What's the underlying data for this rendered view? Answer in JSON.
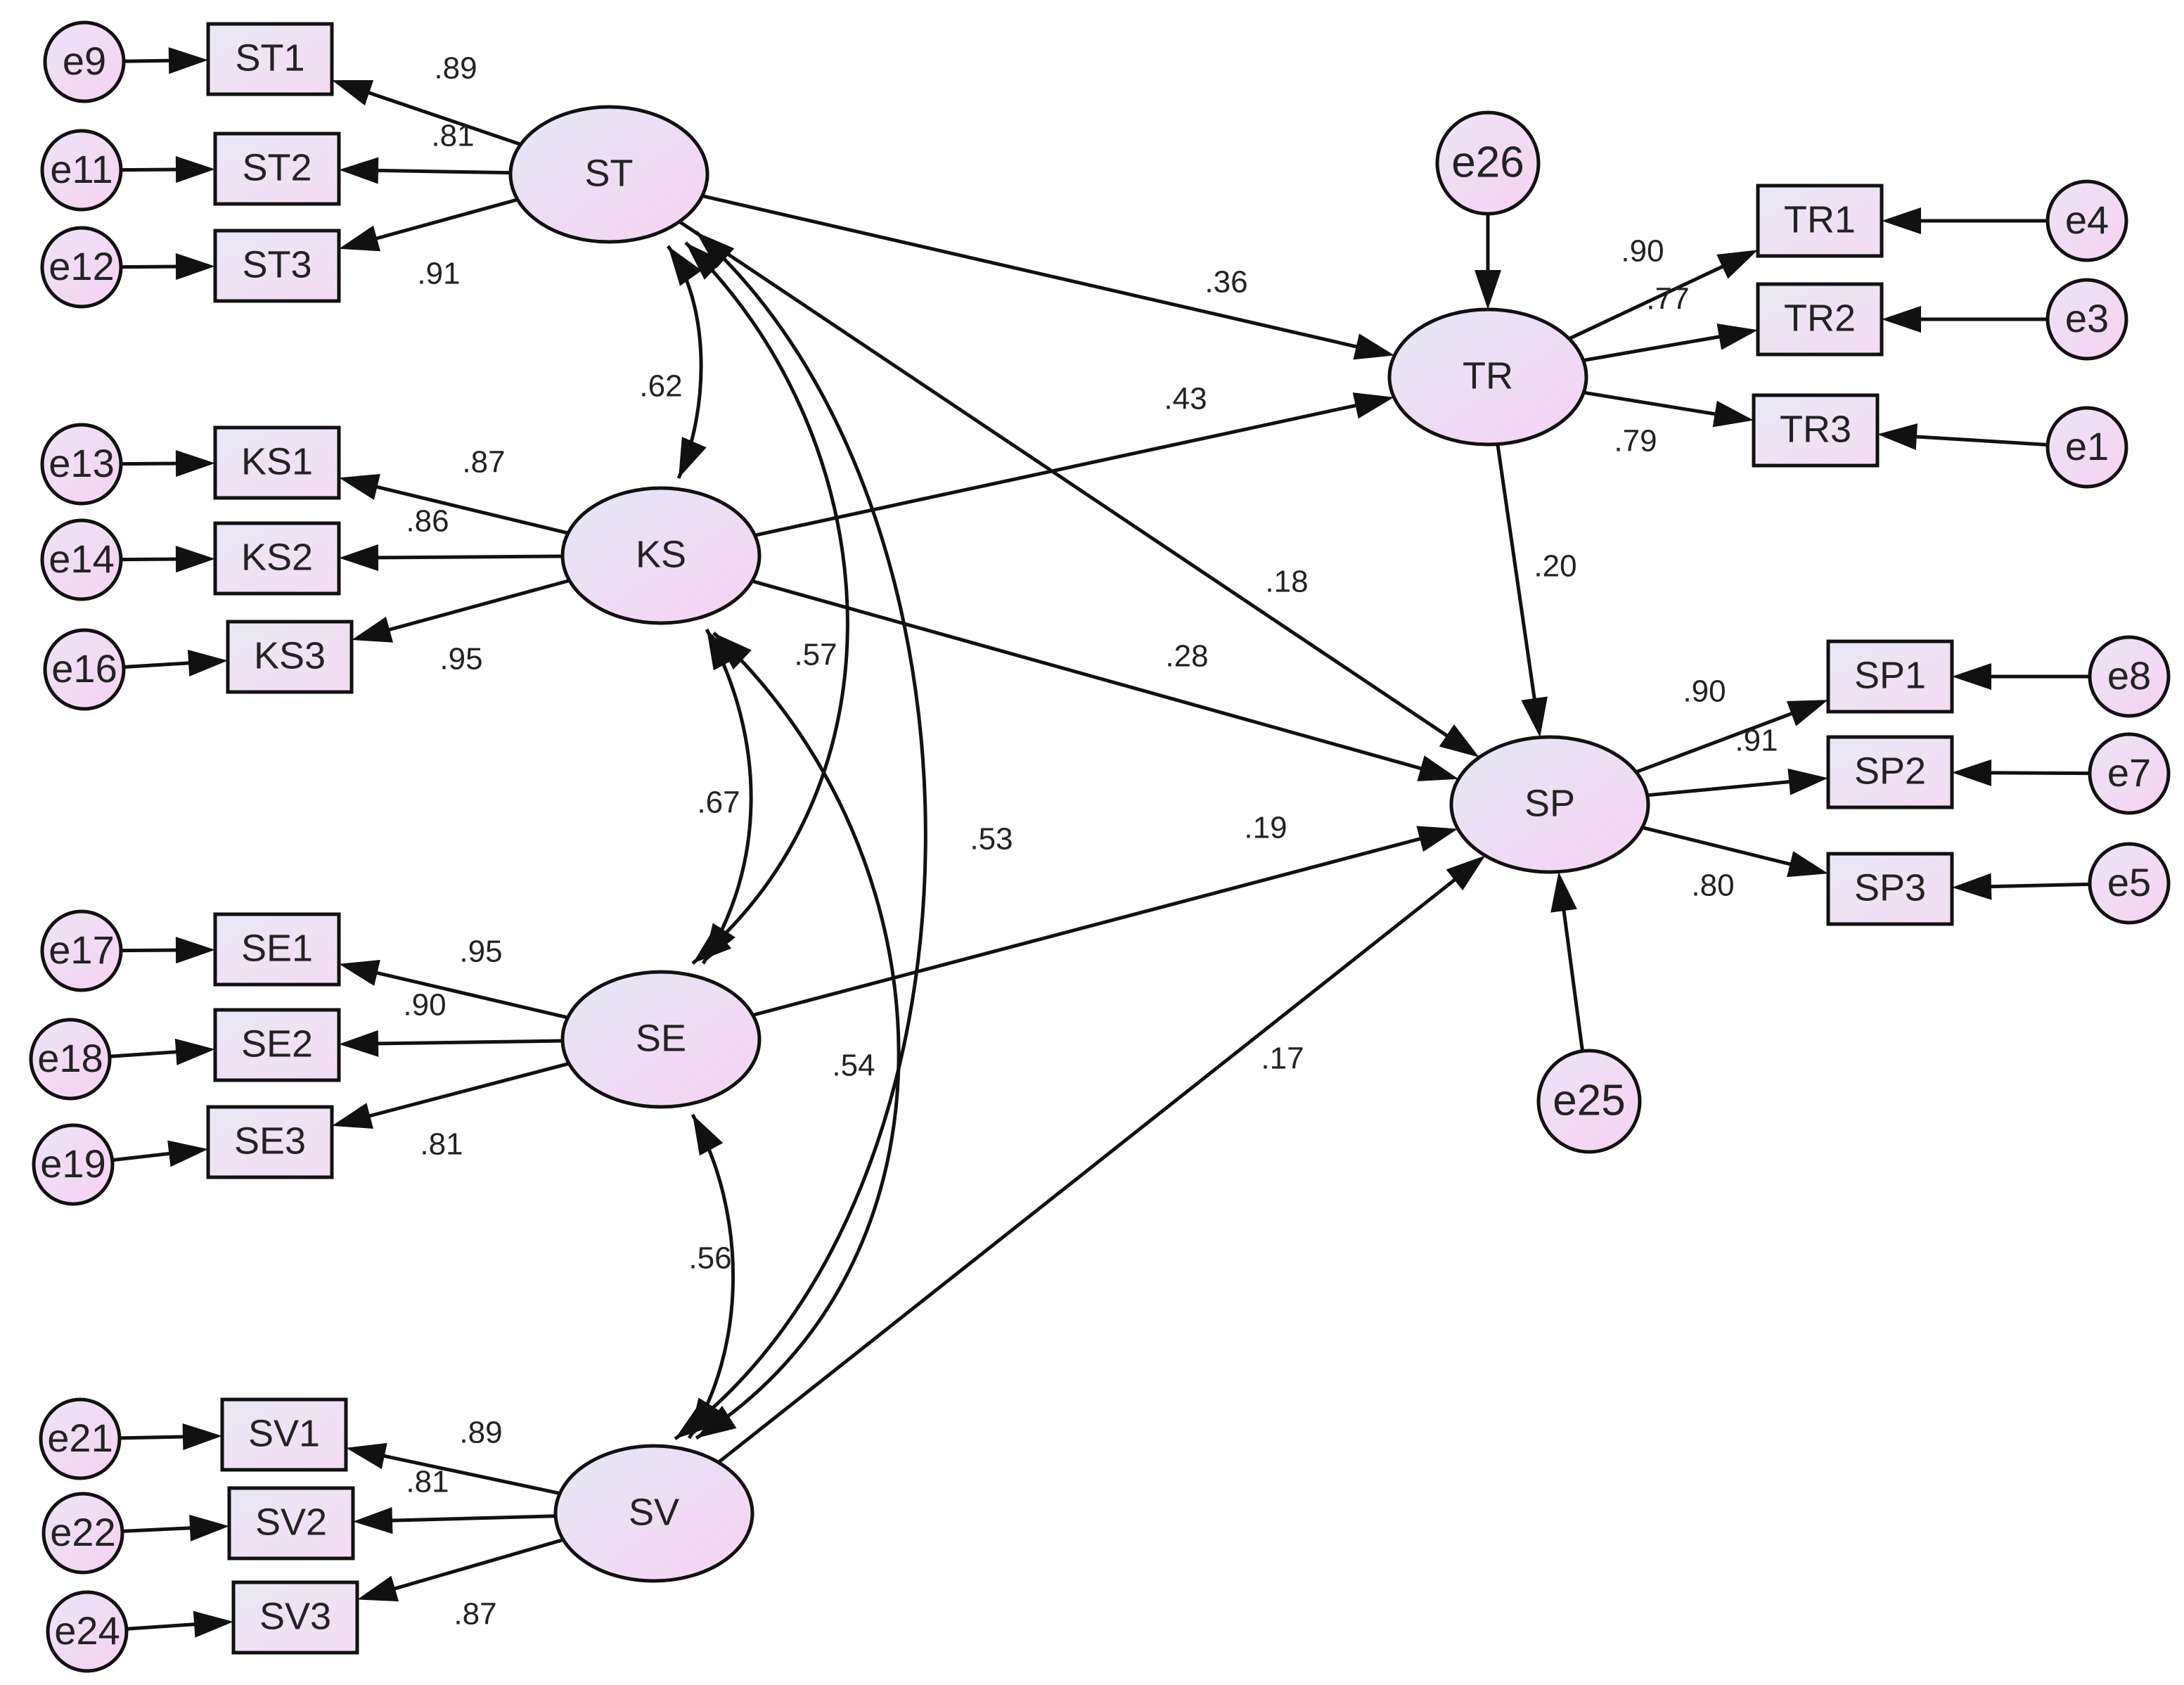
{
  "colors": {
    "latent_fill_start": "#e4e8f4",
    "latent_fill_end": "#f6d2f2",
    "indicator_fill": "#ece4f4",
    "error_fill": "#f3dcf0",
    "stroke": "#111111",
    "text": "#222222"
  },
  "latents": [
    {
      "id": "ST",
      "label": "ST"
    },
    {
      "id": "KS",
      "label": "KS"
    },
    {
      "id": "SE",
      "label": "SE"
    },
    {
      "id": "SV",
      "label": "SV"
    },
    {
      "id": "TR",
      "label": "TR"
    },
    {
      "id": "SP",
      "label": "SP"
    }
  ],
  "indicators": [
    {
      "id": "ST1",
      "label": "ST1"
    },
    {
      "id": "ST2",
      "label": "ST2"
    },
    {
      "id": "ST3",
      "label": "ST3"
    },
    {
      "id": "KS1",
      "label": "KS1"
    },
    {
      "id": "KS2",
      "label": "KS2"
    },
    {
      "id": "KS3",
      "label": "KS3"
    },
    {
      "id": "SE1",
      "label": "SE1"
    },
    {
      "id": "SE2",
      "label": "SE2"
    },
    {
      "id": "SE3",
      "label": "SE3"
    },
    {
      "id": "SV1",
      "label": "SV1"
    },
    {
      "id": "SV2",
      "label": "SV2"
    },
    {
      "id": "SV3",
      "label": "SV3"
    },
    {
      "id": "TR1",
      "label": "TR1"
    },
    {
      "id": "TR2",
      "label": "TR2"
    },
    {
      "id": "TR3",
      "label": "TR3"
    },
    {
      "id": "SP1",
      "label": "SP1"
    },
    {
      "id": "SP2",
      "label": "SP2"
    },
    {
      "id": "SP3",
      "label": "SP3"
    }
  ],
  "errors": [
    {
      "id": "e9",
      "label": "e9"
    },
    {
      "id": "e11",
      "label": "e11"
    },
    {
      "id": "e12",
      "label": "e12"
    },
    {
      "id": "e13",
      "label": "e13"
    },
    {
      "id": "e14",
      "label": "e14"
    },
    {
      "id": "e16",
      "label": "e16"
    },
    {
      "id": "e17",
      "label": "e17"
    },
    {
      "id": "e18",
      "label": "e18"
    },
    {
      "id": "e19",
      "label": "e19"
    },
    {
      "id": "e21",
      "label": "e21"
    },
    {
      "id": "e22",
      "label": "e22"
    },
    {
      "id": "e24",
      "label": "e24"
    },
    {
      "id": "e4",
      "label": "e4"
    },
    {
      "id": "e3",
      "label": "e3"
    },
    {
      "id": "e1",
      "label": "e1"
    },
    {
      "id": "e8",
      "label": "e8"
    },
    {
      "id": "e7",
      "label": "e7"
    },
    {
      "id": "e5",
      "label": "e5"
    },
    {
      "id": "e26",
      "label": "e26"
    },
    {
      "id": "e25",
      "label": "e25"
    }
  ],
  "loadings": [
    {
      "from": "ST",
      "to": "ST1",
      "value": ".89"
    },
    {
      "from": "ST",
      "to": "ST2",
      "value": ".81"
    },
    {
      "from": "ST",
      "to": "ST3",
      "value": ".91"
    },
    {
      "from": "KS",
      "to": "KS1",
      "value": ".87"
    },
    {
      "from": "KS",
      "to": "KS2",
      "value": ".86"
    },
    {
      "from": "KS",
      "to": "KS3",
      "value": ".95"
    },
    {
      "from": "SE",
      "to": "SE1",
      "value": ".95"
    },
    {
      "from": "SE",
      "to": "SE2",
      "value": ".90"
    },
    {
      "from": "SE",
      "to": "SE3",
      "value": ".81"
    },
    {
      "from": "SV",
      "to": "SV1",
      "value": ".89"
    },
    {
      "from": "SV",
      "to": "SV2",
      "value": ".81"
    },
    {
      "from": "SV",
      "to": "SV3",
      "value": ".87"
    },
    {
      "from": "TR",
      "to": "TR1",
      "value": ".90"
    },
    {
      "from": "TR",
      "to": "TR2",
      "value": ".77"
    },
    {
      "from": "TR",
      "to": "TR3",
      "value": ".79"
    },
    {
      "from": "SP",
      "to": "SP1",
      "value": ".90"
    },
    {
      "from": "SP",
      "to": "SP2",
      "value": ".91"
    },
    {
      "from": "SP",
      "to": "SP3",
      "value": ".80"
    }
  ],
  "paths": [
    {
      "from": "ST",
      "to": "TR",
      "value": ".36"
    },
    {
      "from": "KS",
      "to": "TR",
      "value": ".43"
    },
    {
      "from": "ST",
      "to": "SP",
      "value": ".18"
    },
    {
      "from": "KS",
      "to": "SP",
      "value": ".28"
    },
    {
      "from": "SE",
      "to": "SP",
      "value": ".19"
    },
    {
      "from": "SV",
      "to": "SP",
      "value": ".17"
    },
    {
      "from": "TR",
      "to": "SP",
      "value": ".20"
    }
  ],
  "covariances": [
    {
      "a": "ST",
      "b": "KS",
      "value": ".62"
    },
    {
      "a": "ST",
      "b": "SE",
      "value": ".57"
    },
    {
      "a": "ST",
      "b": "SV",
      "value": ".53"
    },
    {
      "a": "KS",
      "b": "SE",
      "value": ".67"
    },
    {
      "a": "KS",
      "b": "SV",
      "value": ".54"
    },
    {
      "a": "SE",
      "b": "SV",
      "value": ".56"
    }
  ],
  "error_links": [
    {
      "from": "e9",
      "to": "ST1"
    },
    {
      "from": "e11",
      "to": "ST2"
    },
    {
      "from": "e12",
      "to": "ST3"
    },
    {
      "from": "e13",
      "to": "KS1"
    },
    {
      "from": "e14",
      "to": "KS2"
    },
    {
      "from": "e16",
      "to": "KS3"
    },
    {
      "from": "e17",
      "to": "SE1"
    },
    {
      "from": "e18",
      "to": "SE2"
    },
    {
      "from": "e19",
      "to": "SE3"
    },
    {
      "from": "e21",
      "to": "SV1"
    },
    {
      "from": "e22",
      "to": "SV2"
    },
    {
      "from": "e24",
      "to": "SV3"
    },
    {
      "from": "e4",
      "to": "TR1"
    },
    {
      "from": "e3",
      "to": "TR2"
    },
    {
      "from": "e1",
      "to": "TR3"
    },
    {
      "from": "e8",
      "to": "SP1"
    },
    {
      "from": "e7",
      "to": "SP2"
    },
    {
      "from": "e5",
      "to": "SP3"
    },
    {
      "from": "e26",
      "to": "TR"
    },
    {
      "from": "e25",
      "to": "SP"
    }
  ]
}
